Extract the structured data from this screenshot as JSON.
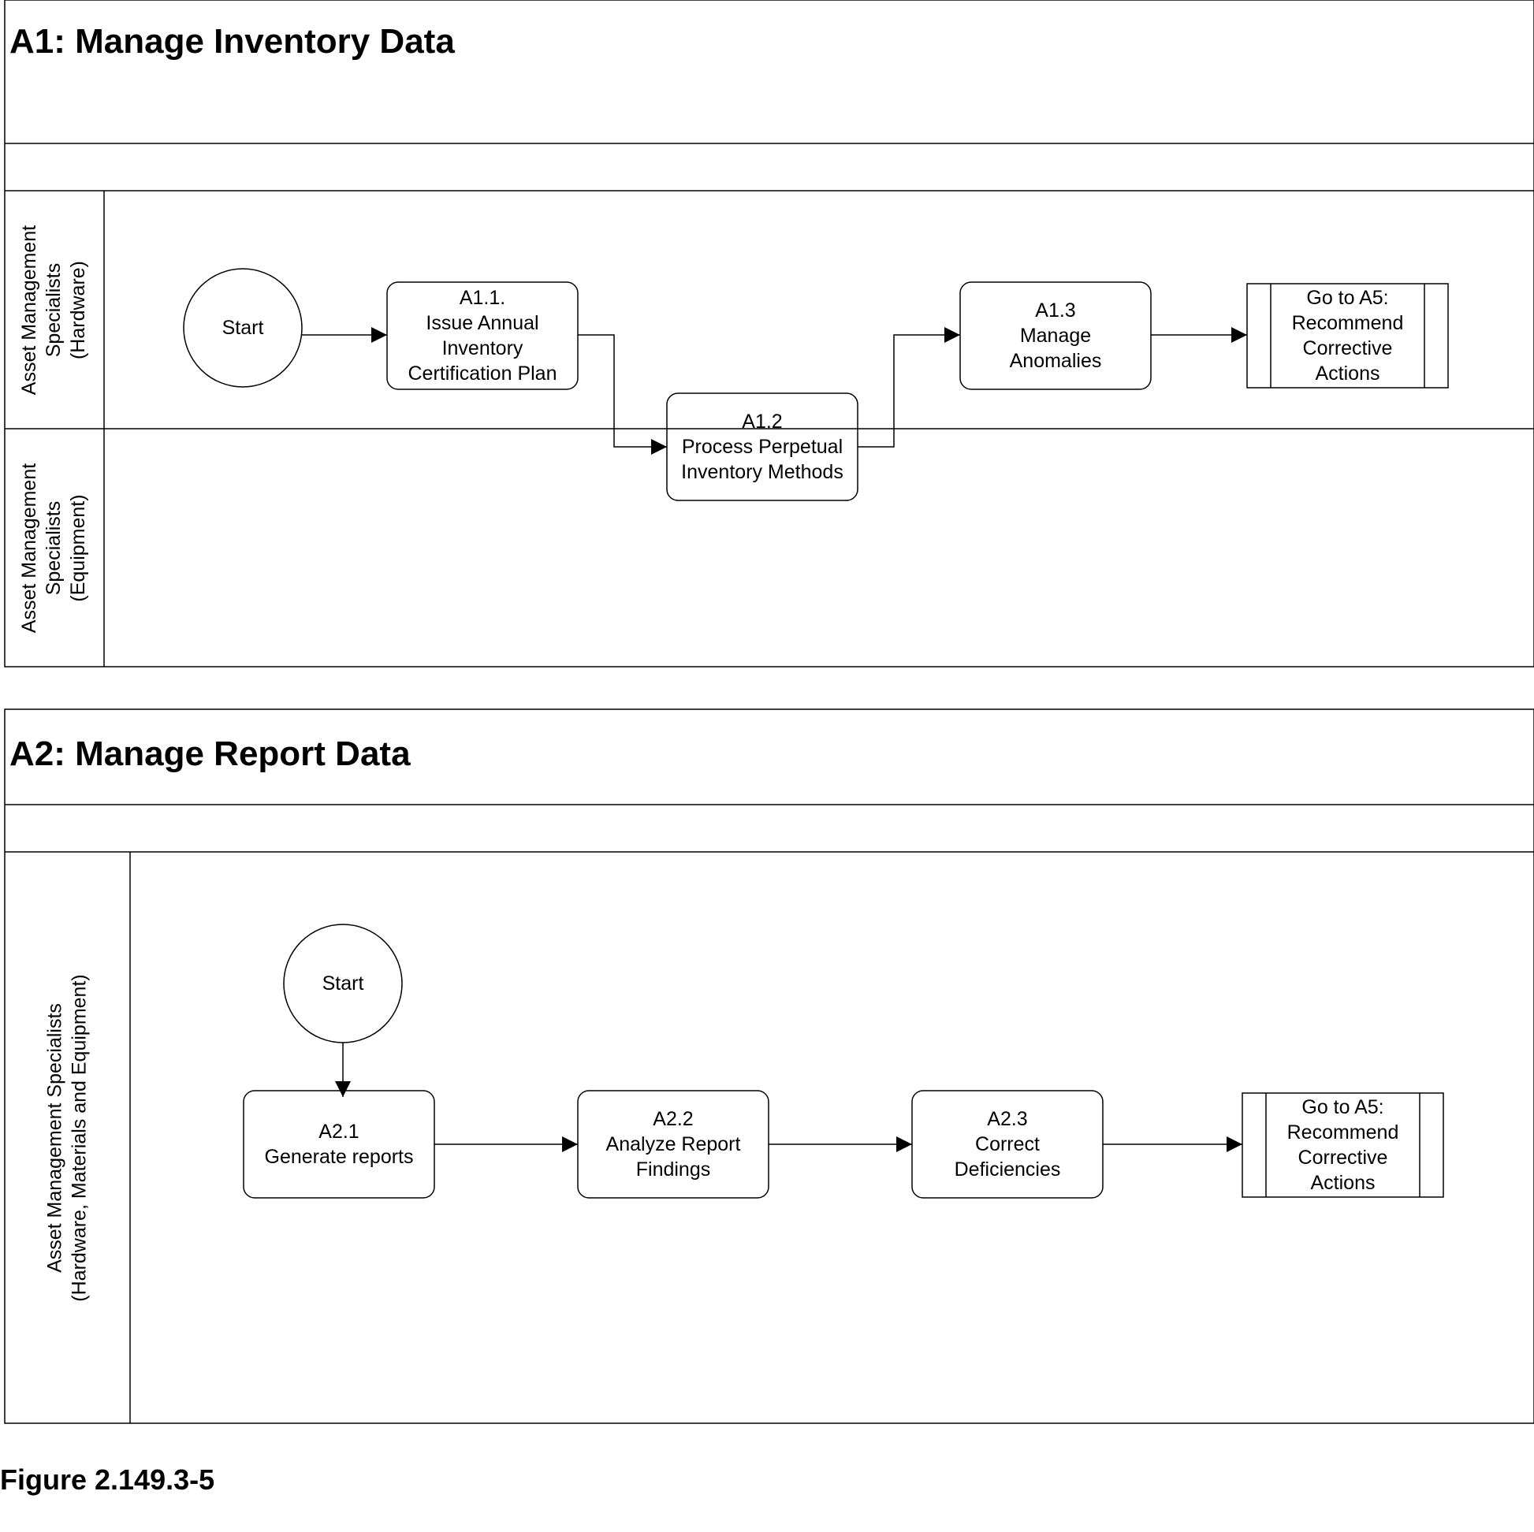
{
  "a1": {
    "title": "A1: Manage Inventory Data",
    "lanes": [
      {
        "lines": [
          "Asset Management",
          "Specialists",
          "(Hardware)"
        ]
      },
      {
        "lines": [
          "Asset Management",
          "Specialists",
          "(Equipment)"
        ]
      }
    ],
    "nodes": {
      "start": "Start",
      "a1_1": [
        "A1.1.",
        "Issue Annual",
        "Inventory",
        "Certification Plan"
      ],
      "a1_2": [
        "A1.2",
        "Process Perpetual",
        "Inventory Methods"
      ],
      "a1_3": [
        "A1.3",
        "Manage",
        "Anomalies"
      ],
      "goto": [
        "Go to A5:",
        "Recommend",
        "Corrective",
        "Actions"
      ]
    }
  },
  "a2": {
    "title": "A2: Manage Report Data",
    "lanes": [
      {
        "lines": [
          "Asset Management Specialists",
          "(Hardware, Materials and Equipment)"
        ]
      }
    ],
    "nodes": {
      "start": "Start",
      "a2_1": [
        "A2.1",
        "Generate reports"
      ],
      "a2_2": [
        "A2.2",
        "Analyze Report",
        "Findings"
      ],
      "a2_3": [
        "A2.3",
        "Correct",
        "Deficiencies"
      ],
      "goto": [
        "Go to A5:",
        "Recommend",
        "Corrective",
        "Actions"
      ]
    }
  },
  "caption": "Figure 2.149.3-5"
}
